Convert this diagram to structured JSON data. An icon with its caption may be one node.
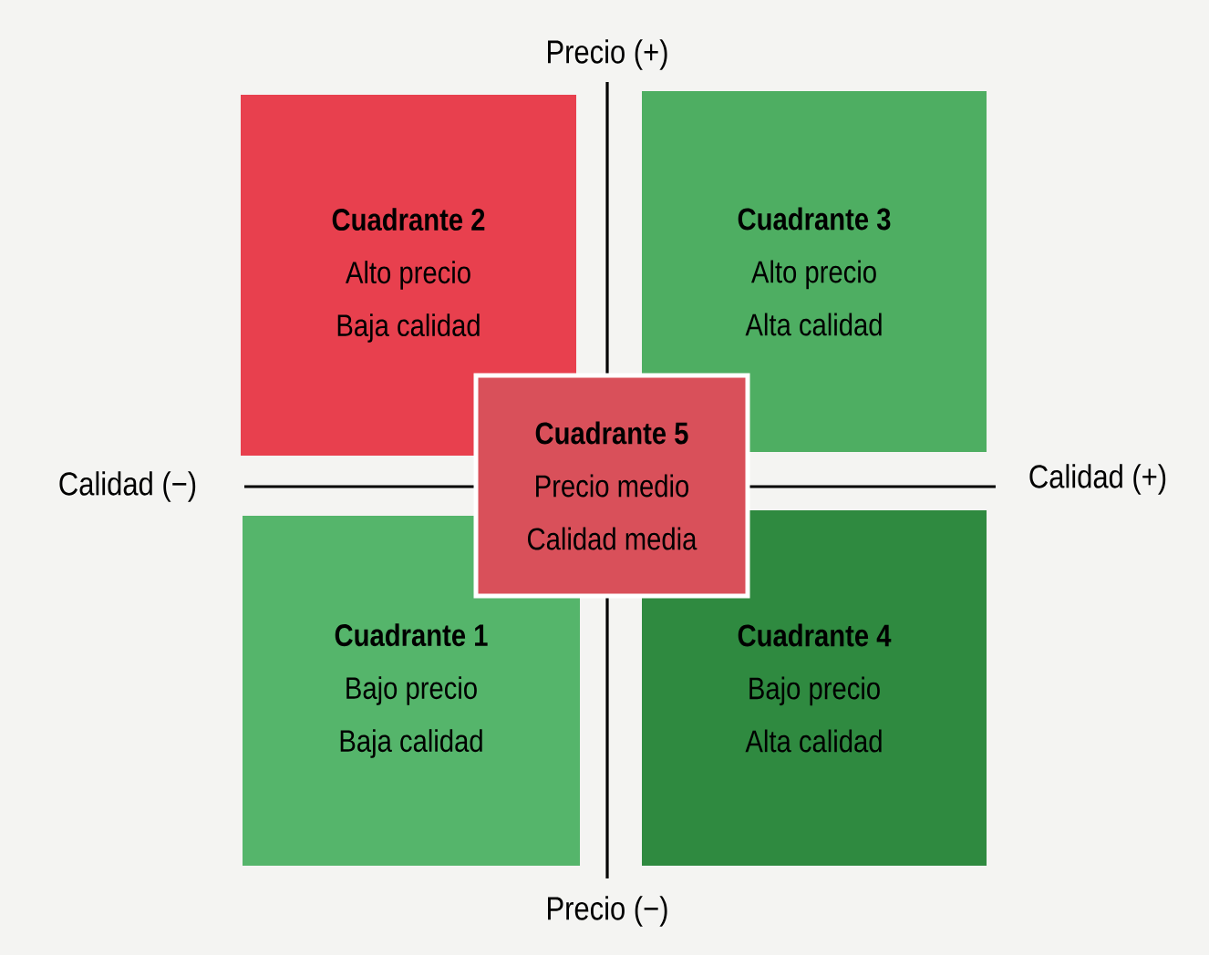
{
  "diagram": {
    "nodes": [
      {
        "text": [
          "Cuadrante 2",
          "Alto precio",
          "Baja calidad"
        ]
      },
      {
        "text": [
          "Cuadrante 3",
          "Alto precio",
          "Alta calidad"
        ]
      },
      {
        "text": [
          "Cuadrante 5",
          "Precio medio",
          "Calidad media"
        ]
      },
      {
        "text": [
          "Cuadrante 1",
          "Bajo precio",
          "Baja calidad"
        ]
      },
      {
        "text": [
          "Cuadrante 4",
          "Bajo precio",
          "Alta calidad"
        ]
      }
    ],
    "labels": [
      "Precio (+)",
      "Calidad (−)",
      "Calidad (+)",
      "Precio (−)"
    ]
  }
}
